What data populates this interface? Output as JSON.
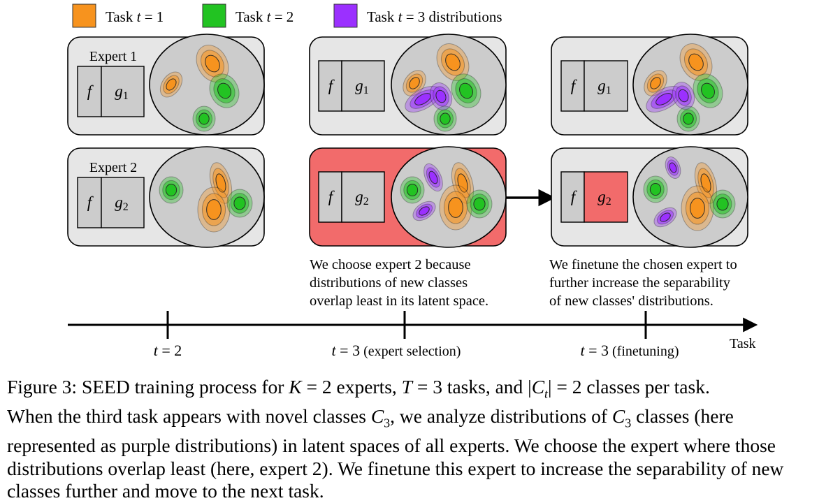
{
  "legend": [
    {
      "prefix": "Task ",
      "var": "t",
      "eq": " = 1",
      "suffix": "",
      "color": "#f7931e"
    },
    {
      "prefix": "Task ",
      "var": "t",
      "eq": " = 2",
      "suffix": "",
      "color": "#22c322"
    },
    {
      "prefix": "Task ",
      "var": "t",
      "eq": " = 3",
      "suffix": " distributions",
      "color": "#9b30ff"
    }
  ],
  "colors": {
    "task1": "#f7931e",
    "task2": "#22c322",
    "task3": "#9b30ff",
    "selected": "#f26b6b",
    "panel": "#e6e6e6",
    "latent": "#cccccc"
  },
  "experts": [
    {
      "label": "Expert 1",
      "f": "f",
      "g": "g",
      "g_sub": "1"
    },
    {
      "label": "Expert 2",
      "f": "f",
      "g": "g",
      "g_sub": "2"
    }
  ],
  "annotations": {
    "selection": [
      "We choose expert 2 because",
      "distributions of new classes",
      "overlap least in its latent space."
    ],
    "finetune": [
      "We finetune the chosen expert to",
      "further increase the separability",
      "of new classes' distributions."
    ]
  },
  "timeline": {
    "axis_label": "Task",
    "ticks": [
      {
        "var": "t",
        "eq": " = 2",
        "note": ""
      },
      {
        "var": "t",
        "eq": " = 3",
        "note": " (expert selection)"
      },
      {
        "var": "t",
        "eq": " = 3",
        "note": " (finetuning)"
      }
    ]
  },
  "caption": {
    "l1": {
      "a": "Figure 3: SEED training process for ",
      "v1": "K",
      "b": " = 2 experts, ",
      "v2": "T",
      "c": " = 3 tasks, and |",
      "v3": "C",
      "sub3": "t",
      "d": "| = 2 classes per task."
    },
    "l2": {
      "a": "When the third task appears with novel classes ",
      "v1": "C",
      "sub1": "3",
      "b": ", we analyze distributions of ",
      "v2": "C",
      "sub2": "3",
      "c": " classes (here"
    },
    "l3": "represented as purple distributions) in latent spaces of all experts. We choose the expert where those",
    "l4": "distributions overlap least (here, expert 2). We finetune this expert to increase the separability of new",
    "l5": "classes further and move to the next task."
  }
}
